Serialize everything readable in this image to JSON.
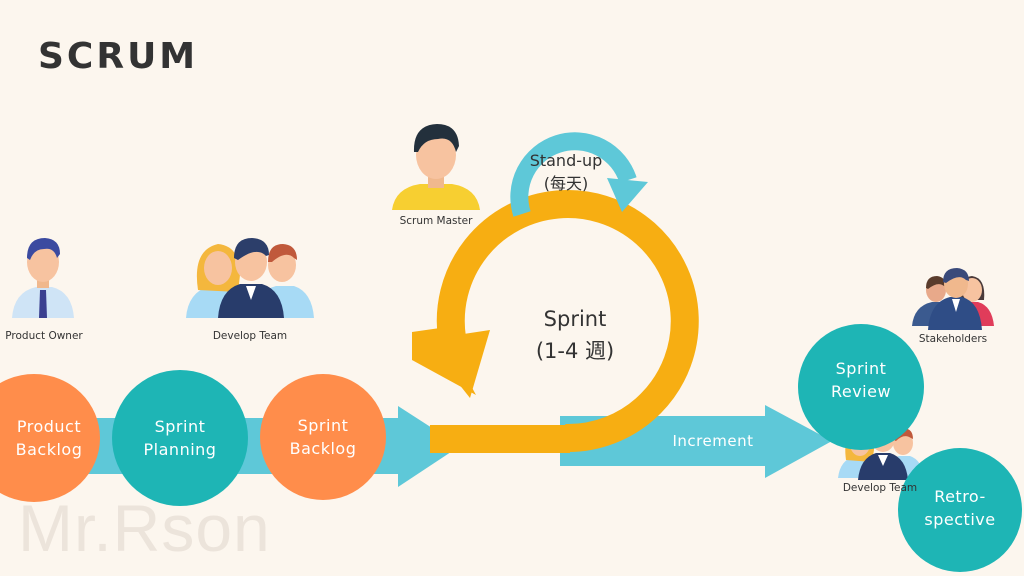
{
  "title": "SCRUM",
  "watermark": "Mr.Rson",
  "stages": {
    "product_backlog": "Product\nBacklog",
    "sprint_planning": "Sprint\nPlanning",
    "sprint_backlog": "Sprint\nBacklog",
    "sprint_review": "Sprint\nReview",
    "retrospective": "Retro-\nspective"
  },
  "loops": {
    "standup_line1": "Stand-up",
    "standup_line2": "(每天)",
    "sprint_line1": "Sprint",
    "sprint_line2": "(1-4 週)"
  },
  "flow": {
    "increment": "Increment"
  },
  "roles": {
    "scrum_master": "Scrum Master",
    "product_owner": "Product Owner",
    "develop_team": "Develop Team",
    "stakeholders": "Stakeholders",
    "develop_team_review": "Develop Team"
  },
  "colors": {
    "background": "#fcf6ee",
    "orange": "#ff8d4b",
    "teal": "#1eb5b5",
    "light_teal": "#5ec8d8",
    "sprint_yellow": "#f7ae12"
  }
}
